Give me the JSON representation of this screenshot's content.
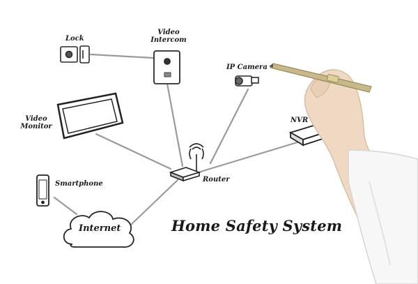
{
  "diagram": {
    "title": "Home Safety System",
    "nodes": {
      "lock": "Lock",
      "video_intercom_line1": "Video",
      "video_intercom_line2": "Intercom",
      "ip_camera": "IP Camera",
      "video_monitor_line1": "Video",
      "video_monitor_line2": "Monitor",
      "nvr": "NVR",
      "router": "Router",
      "smartphone": "Smartphone",
      "internet": "Internet"
    }
  }
}
